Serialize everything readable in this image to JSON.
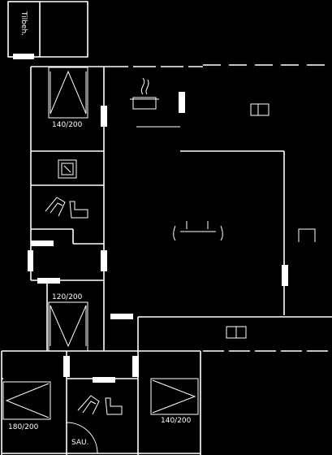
{
  "rooms": {
    "shed_label": "Tilbeh.",
    "bed_top_label": "140/200",
    "bed_mid_label": "120/200",
    "bed_left_label": "180/200",
    "bed_right_label": "140/200",
    "sauna_label": "SAU."
  },
  "icons": [
    "stove-icon",
    "washer-icon",
    "toilet-icon",
    "dining-table-icon",
    "bench-icon",
    "chair-icon"
  ],
  "colors": {
    "background": "#000000",
    "lines": "#ffffff"
  }
}
